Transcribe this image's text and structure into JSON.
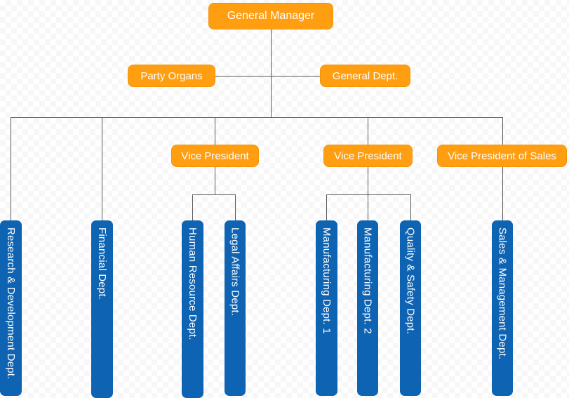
{
  "org": {
    "manager": {
      "label": "General Manager"
    },
    "staff": [
      {
        "label": "Party Organs"
      },
      {
        "label": "General Dept."
      }
    ],
    "executives": [
      {
        "label": "Vice President"
      },
      {
        "label": "Vice President"
      },
      {
        "label": "Vice President of Sales"
      }
    ],
    "departments": [
      {
        "label": "Research & Development Dept."
      },
      {
        "label": "Financial Dept."
      },
      {
        "label": "Human Resource Dept."
      },
      {
        "label": "Legal Affairs Dept."
      },
      {
        "label": "Manufacturing Dept. 1"
      },
      {
        "label": "Manufacturing Dept. 2"
      },
      {
        "label": "Quality & Safety Dept."
      },
      {
        "label": "Sales & Management Dept."
      }
    ]
  },
  "colors": {
    "orange": "#FF9E11",
    "orange_border": "#F29408",
    "blue": "#0E63B2",
    "line": "#5B5B5B",
    "text": "#FFFFFF"
  }
}
